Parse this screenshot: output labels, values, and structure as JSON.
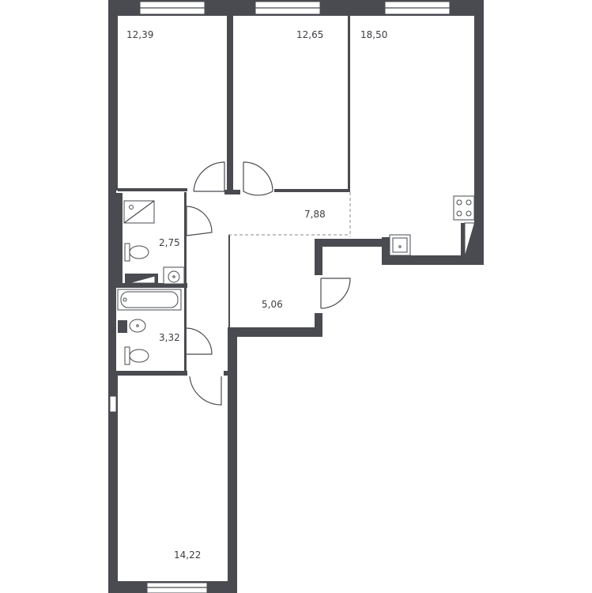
{
  "rooms": [
    {
      "id": "bedroom-1",
      "area": "12,39"
    },
    {
      "id": "bedroom-2",
      "area": "12,65"
    },
    {
      "id": "living-kitchen",
      "area": "18,50"
    },
    {
      "id": "hallway",
      "area": "7,88"
    },
    {
      "id": "bathroom-1",
      "area": "2,75"
    },
    {
      "id": "storage",
      "area": "5,06"
    },
    {
      "id": "bathroom-2",
      "area": "3,32"
    },
    {
      "id": "bedroom-3",
      "area": "14,22"
    }
  ],
  "colors": {
    "wall": "#4a4b50",
    "background": "#ffffff",
    "label": "#3d3e42"
  }
}
